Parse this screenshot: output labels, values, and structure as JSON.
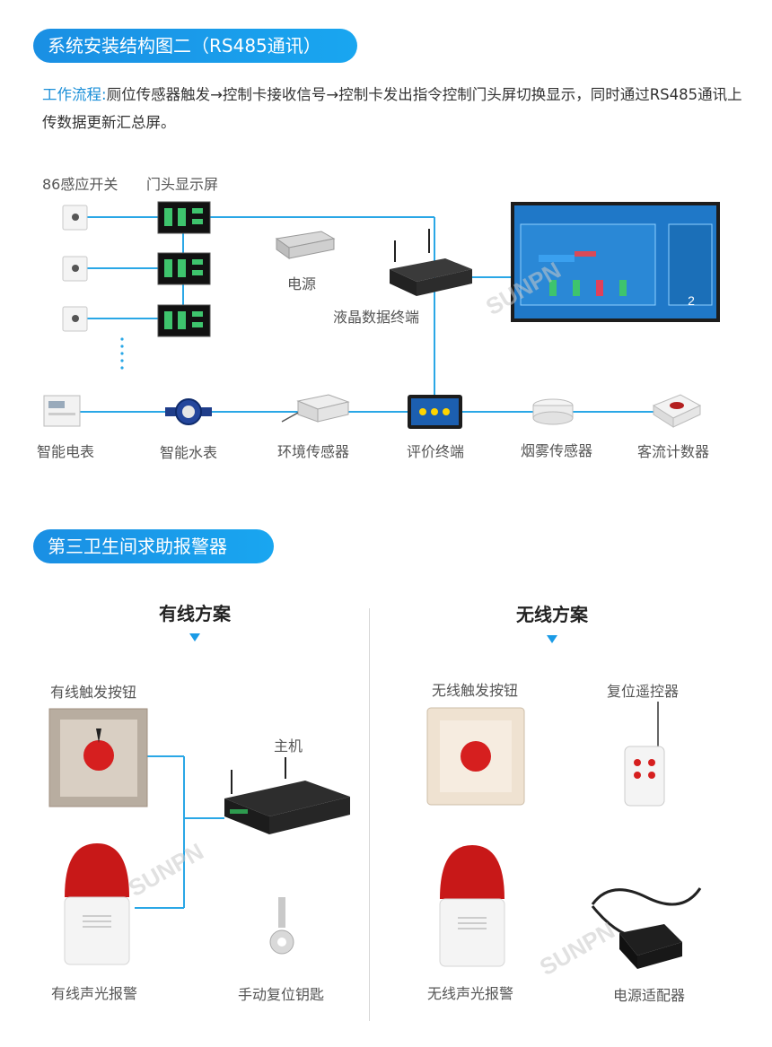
{
  "section1": {
    "title": "系统安装结构图二（RS485通讯）",
    "flow_keyword": "工作流程:",
    "flow_text": "厕位传感器触发→控制卡接收信号→控制卡发出指令控制门头屏切换显示，同时通过RS485通讯上传数据更新汇总屏。",
    "labels": {
      "switch": "86感应开关",
      "door_screen": "门头显示屏",
      "power": "电源",
      "lcd_terminal": "液晶数据终端",
      "smart_meter": "智能电表",
      "water_meter": "智能水表",
      "env_sensor": "环境传感器",
      "eval_terminal": "评价终端",
      "smoke_sensor": "烟雾传感器",
      "people_counter": "客流计数器"
    },
    "summary_screen": {
      "number": "2"
    }
  },
  "section2": {
    "title": "第三卫生间求助报警器",
    "wired": {
      "heading": "有线方案",
      "trigger_button": "有线触发按钮",
      "host": "主机",
      "alarm": "有线声光报警",
      "reset_key": "手动复位钥匙"
    },
    "wireless": {
      "heading": "无线方案",
      "trigger_button": "无线触发按钮",
      "remote": "复位遥控器",
      "alarm": "无线声光报警",
      "adapter": "电源适配器"
    }
  },
  "colors": {
    "accent": "#1a8fe3",
    "line": "#2aa7e6",
    "red": "#d61f1f"
  }
}
